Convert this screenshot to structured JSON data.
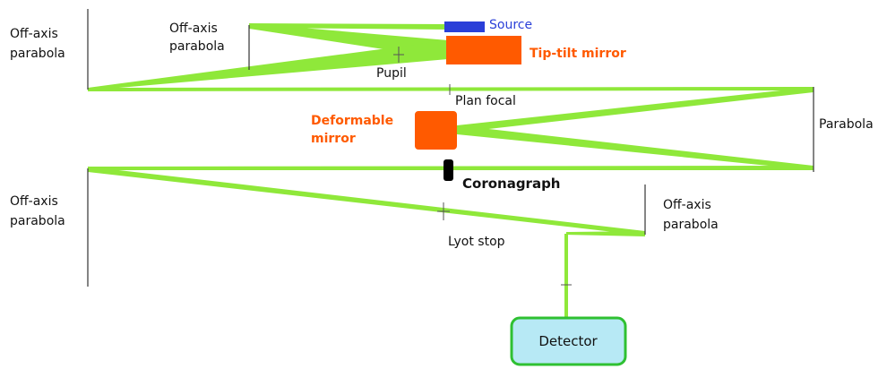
{
  "labels": {
    "oap_left_top": [
      "Off-axis",
      "parabola"
    ],
    "oap_inner_top": [
      "Off-axis",
      "parabola"
    ],
    "source": "Source",
    "tip_tilt": "Tip-tilt mirror",
    "pupil": "Pupil",
    "plan_focal": "Plan focal",
    "deformable": [
      "Deformable",
      "mirror"
    ],
    "parabola": "Parabola",
    "coronagraph": "Coronagraph",
    "oap_left_bottom": [
      "Off-axis",
      "parabola"
    ],
    "oap_right_bottom": [
      "Off-axis",
      "parabola"
    ],
    "lyot_stop": "Lyot stop",
    "detector": "Detector"
  },
  "colors": {
    "beam": "#8fe83a",
    "optical_axis": "#9fd7e8",
    "source_block": "#2a3fd8",
    "mirror_block": "#ff5a00",
    "coronagraph_block": "#000000",
    "detector_fill": "#b7e9f5",
    "detector_border": "#2fc032",
    "orange_text": "#ff5a00",
    "blue_text": "#2a3fd8"
  }
}
